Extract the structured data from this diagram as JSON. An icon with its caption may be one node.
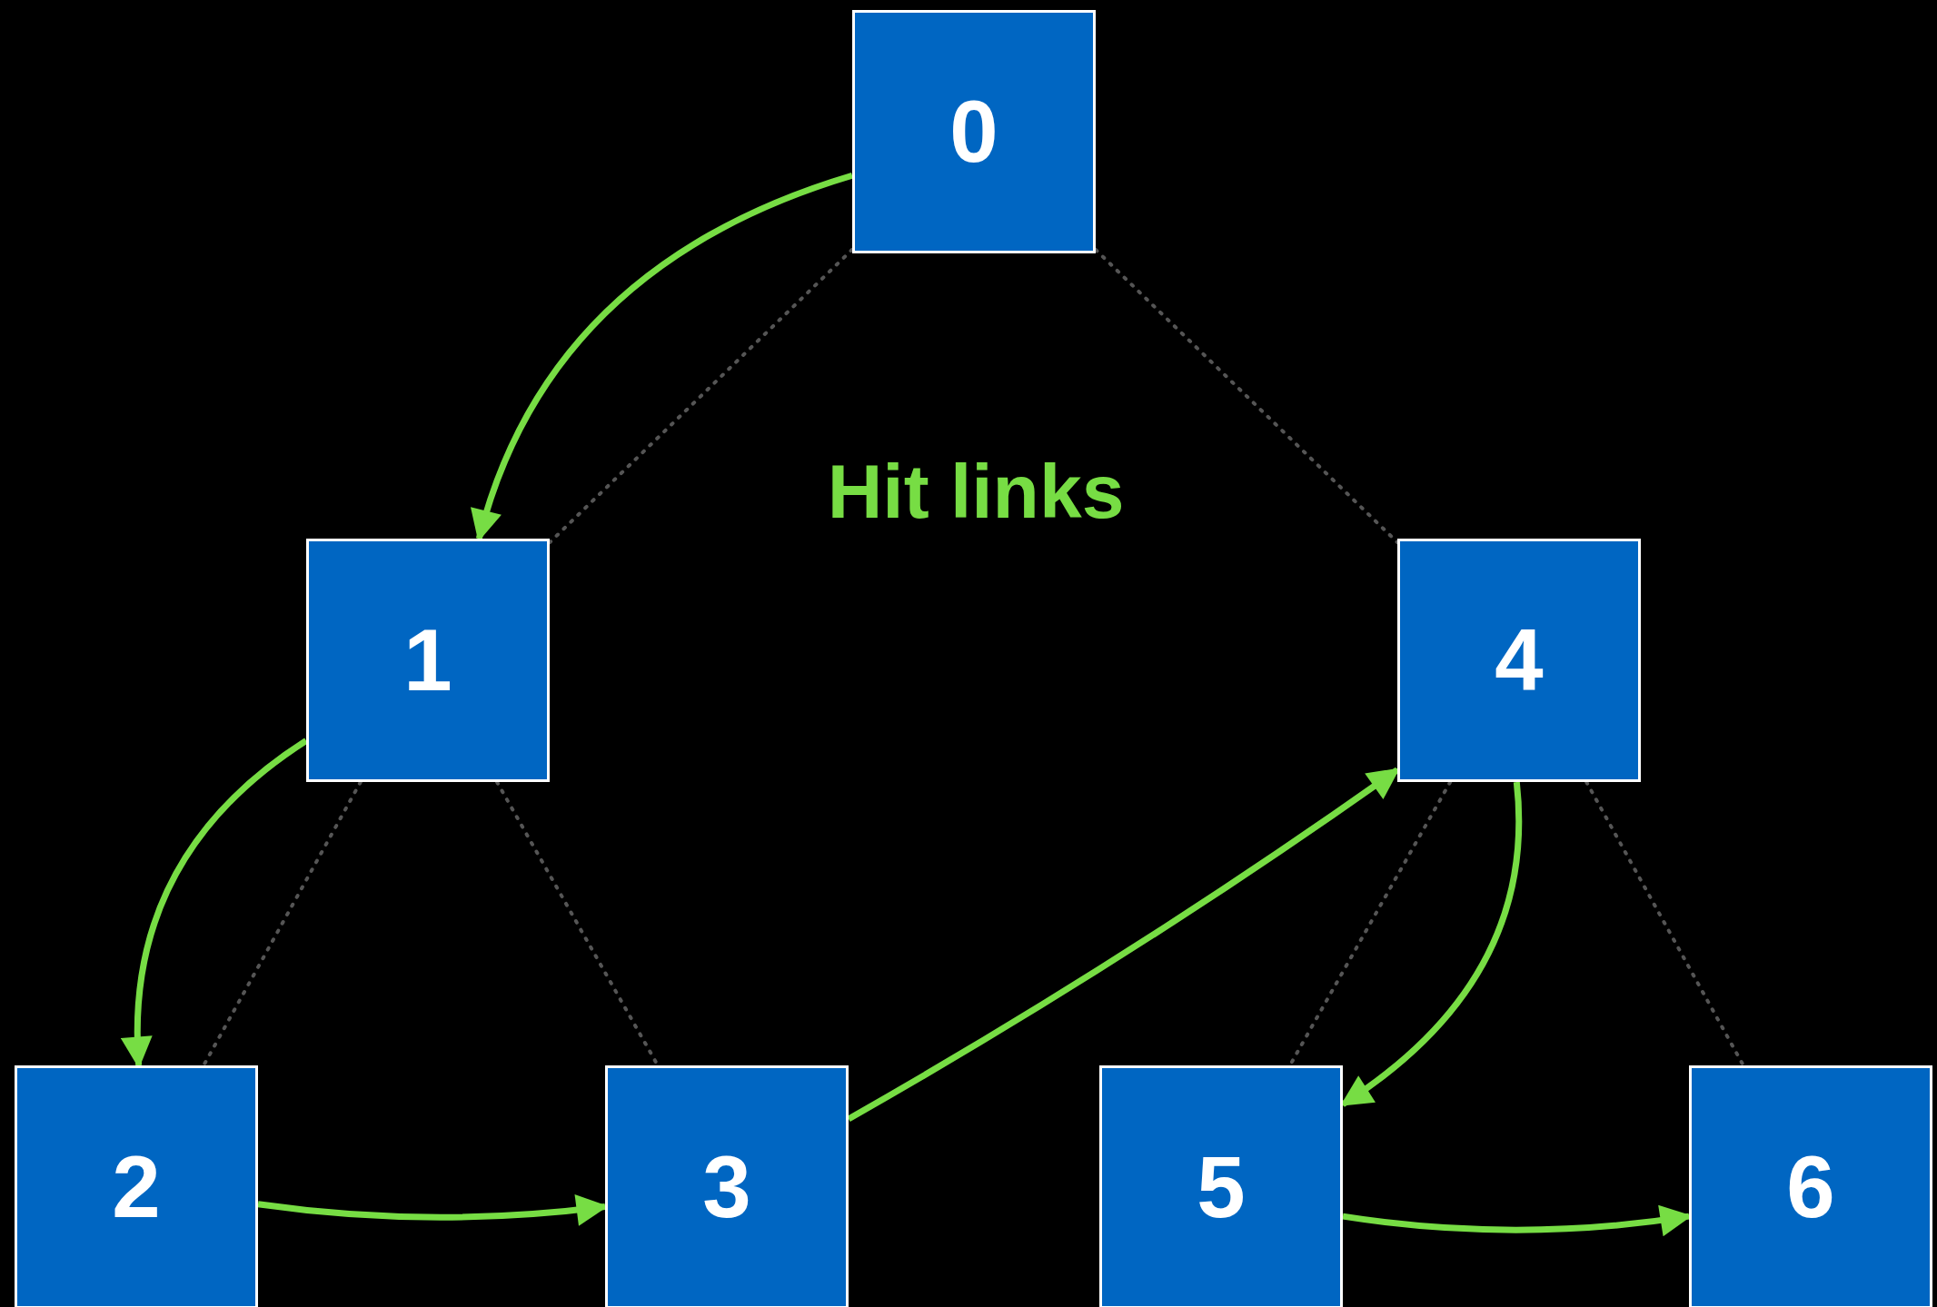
{
  "diagram": {
    "nodes": [
      {
        "text": [
          "0"
        ]
      },
      {
        "text": [
          "1"
        ]
      },
      {
        "text": [
          "2"
        ]
      },
      {
        "text": [
          "3"
        ]
      },
      {
        "text": [
          "4"
        ]
      },
      {
        "text": [
          "5"
        ]
      },
      {
        "text": [
          "6"
        ]
      }
    ],
    "edges": [
      {
        "from": 0,
        "to": 1,
        "arrow": "to"
      },
      {
        "from": 1,
        "to": 2,
        "arrow": "to"
      },
      {
        "from": 2,
        "to": 3,
        "arrow": "to"
      },
      {
        "from": 3,
        "to": 4,
        "arrow": "to"
      },
      {
        "from": 4,
        "to": 5,
        "arrow": "to"
      },
      {
        "from": 5,
        "to": 6,
        "arrow": "to"
      },
      {
        "from": 0,
        "to": 1,
        "arrow": "none",
        "style": "dashed",
        "color": "#555555"
      },
      {
        "from": 0,
        "to": 4,
        "arrow": "none",
        "style": "dashed",
        "color": "#555555"
      },
      {
        "from": 1,
        "to": 2,
        "arrow": "none",
        "style": "dashed",
        "color": "#555555"
      },
      {
        "from": 1,
        "to": 3,
        "arrow": "none",
        "style": "dashed",
        "color": "#555555"
      },
      {
        "from": 4,
        "to": 5,
        "arrow": "none",
        "style": "dashed",
        "color": "#555555"
      },
      {
        "from": 4,
        "to": 6,
        "arrow": "none",
        "style": "dashed",
        "color": "#555555"
      }
    ],
    "labels": [
      "Hit links"
    ]
  }
}
